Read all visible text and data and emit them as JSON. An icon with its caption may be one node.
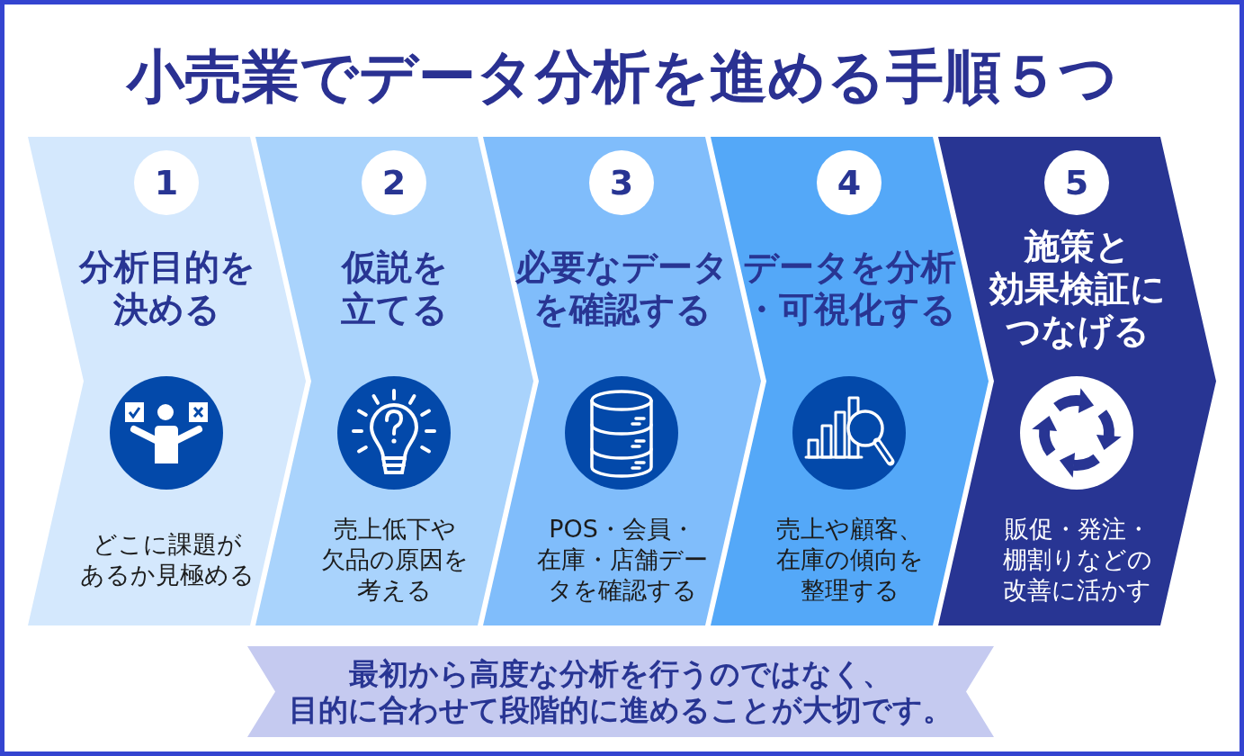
{
  "diagram": {
    "title": "小売業でデータ分析を進める手順５つ",
    "nodes": [
      {
        "text": [
          "分析目的を決める",
          "どこに課題があるか見極める"
        ]
      },
      {
        "text": [
          "1"
        ],
        "in": 0
      },
      {
        "text": [
          "仮説を立てる",
          "売上低下や欠品の原因を考える"
        ]
      },
      {
        "text": [
          "2"
        ],
        "in": 2
      },
      {
        "text": [
          "必要なデータを確認する",
          "POS・会員・在庫・店舗データを確認する"
        ]
      },
      {
        "text": [
          "3"
        ],
        "in": 4
      },
      {
        "text": [
          "データを分析・可視化する",
          "売上や顧客、在庫の傾向を整理する"
        ]
      },
      {
        "text": [
          "4"
        ],
        "in": 6
      },
      {
        "text": [
          "施策と効果検証につなげる",
          "販促・発注・棚割りなどの改善に活かす"
        ]
      },
      {
        "text": [
          "5"
        ],
        "in": 8
      },
      {
        "text": [
          "最初から高度な分析を行うのではなく、目的に合わせて段階的に進めることが大切です。"
        ]
      }
    ]
  }
}
